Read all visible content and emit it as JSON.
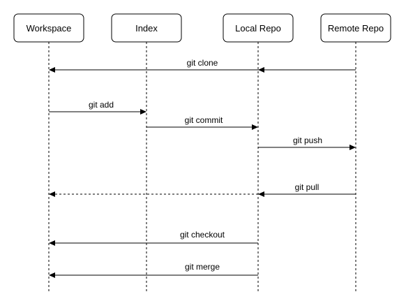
{
  "diagram": {
    "type": "sequence",
    "participants": [
      {
        "id": "workspace",
        "label": "Workspace"
      },
      {
        "id": "index",
        "label": "Index"
      },
      {
        "id": "local",
        "label": "Local Repo"
      },
      {
        "id": "remote",
        "label": "Remote Repo"
      }
    ],
    "messages": [
      {
        "id": "clone",
        "label": "git clone",
        "from": "remote",
        "to": "workspace",
        "style": "solid"
      },
      {
        "id": "add",
        "label": "git add",
        "from": "workspace",
        "to": "index",
        "style": "solid"
      },
      {
        "id": "commit",
        "label": "git commit",
        "from": "index",
        "to": "local",
        "style": "solid"
      },
      {
        "id": "push",
        "label": "git push",
        "from": "local",
        "to": "remote",
        "style": "solid"
      },
      {
        "id": "pull",
        "label": "git pull",
        "from": "remote",
        "to": "workspace",
        "style": "dashed-first-segment"
      },
      {
        "id": "checkout",
        "label": "git checkout",
        "from": "local",
        "to": "workspace",
        "style": "solid"
      },
      {
        "id": "merge",
        "label": "git merge",
        "from": "local",
        "to": "workspace",
        "style": "solid"
      }
    ],
    "colors": {
      "stroke": "#000000",
      "background": "#ffffff"
    }
  }
}
